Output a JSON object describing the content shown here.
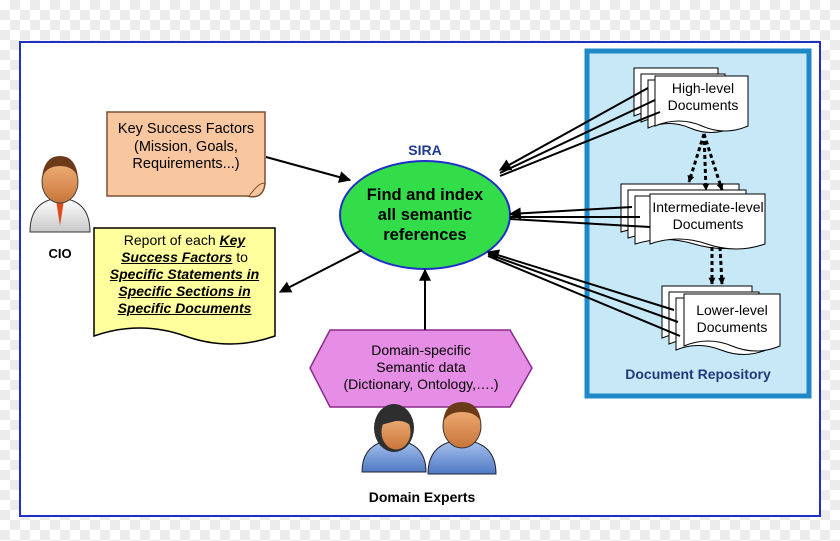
{
  "cio": {
    "label": "CIO"
  },
  "ksf": {
    "lines": [
      "Key Success Factors",
      "(Mission, Goals,",
      "Requirements...)"
    ]
  },
  "report": {
    "l1_a": "Report of each ",
    "l1_b": "Key",
    "l2_a": "Success Factors",
    "l2_b": " to",
    "l3": "Specific Statements in",
    "l4": "Specific Sections in",
    "l5": "Specific Documents"
  },
  "sira": {
    "label": "SIRA",
    "lines": [
      "Find and index",
      "all semantic",
      "references"
    ]
  },
  "domain_data": {
    "lines": [
      "Domain-specific",
      "Semantic data",
      "(Dictionary, Ontology,….)"
    ]
  },
  "experts": {
    "label": "Domain Experts"
  },
  "repository": {
    "label": "Document Repository",
    "high": [
      "High-level",
      "Documents"
    ],
    "mid": [
      "Intermediate-level",
      "Documents"
    ],
    "low": [
      "Lower-level",
      "Documents"
    ]
  },
  "colors": {
    "frame": "#1f2fc7",
    "repo_fill": "#c7e8f7",
    "repo_border": "#1f88c9",
    "ksf_fill": "#f8c7a0",
    "report_fill": "#ffff9e",
    "sira_fill": "#33dd4a",
    "domain_fill": "#e68ee6"
  }
}
